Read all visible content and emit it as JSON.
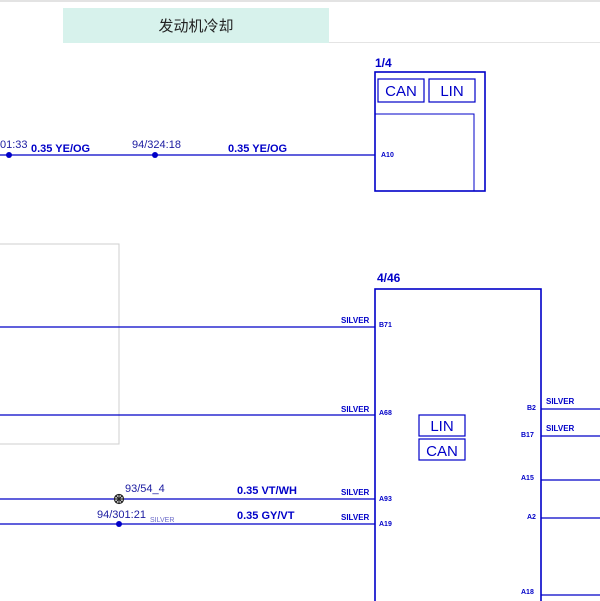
{
  "title": "发动机冷却",
  "modules": {
    "top": {
      "id": "1/4",
      "bus1": "CAN",
      "bus2": "LIN",
      "pin": "A10"
    },
    "main": {
      "id": "4/46",
      "bus1": "LIN",
      "bus2": "CAN",
      "left_pins": [
        "B71",
        "A68",
        "A93",
        "A19"
      ],
      "right_pins": [
        "B2",
        "B17",
        "A15",
        "A2",
        "A18"
      ]
    }
  },
  "wires": {
    "top_left_conn": "01:33",
    "top_left_label": "0.35 YE/OG",
    "top_mid_conn": "94/324:18",
    "top_mid_label": "0.35 YE/OG",
    "vt_conn": "93/54_4",
    "vt_label": "0.35 VT/WH",
    "gy_conn": "94/301:21",
    "gy_conn_sub": "SILVER",
    "gy_label": "0.35 GY/VT",
    "silver": "SILVER"
  },
  "colors": {
    "wire": "#0000c8",
    "title_bg": "#d7f2ec",
    "frame": "#cccccc"
  }
}
